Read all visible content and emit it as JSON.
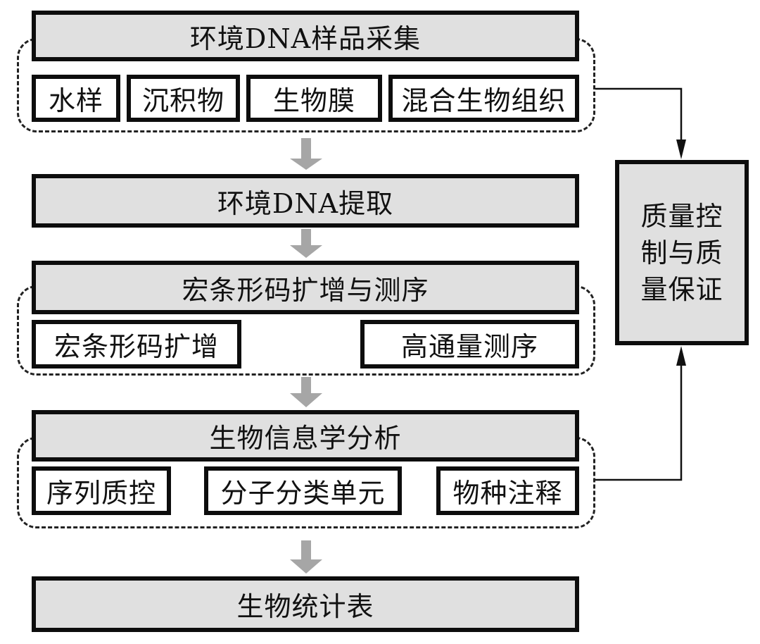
{
  "diagram": {
    "colors": {
      "main_box_fill": "#e0e0e0",
      "sub_box_fill": "#ffffff",
      "border": "#0d0d0d",
      "flow_arrow": "#a6a6a6",
      "connector": "#111111"
    },
    "steps": [
      {
        "id": "sample-collection",
        "label": "环境DNA样品采集",
        "substeps": [
          "水样",
          "沉积物",
          "生物膜",
          "混合生物组织"
        ]
      },
      {
        "id": "dna-extraction",
        "label": "环境DNA提取",
        "substeps": []
      },
      {
        "id": "metabarcoding",
        "label": "宏条形码扩增与测序",
        "substeps": [
          "宏条形码扩增",
          "高通量测序"
        ]
      },
      {
        "id": "bioinformatics",
        "label": "生物信息学分析",
        "substeps": [
          "序列质控",
          "分子分类单元",
          "物种注释"
        ]
      },
      {
        "id": "bio-statistics",
        "label": "生物统计表",
        "substeps": []
      }
    ],
    "quality_control": {
      "lines": [
        "质量控",
        "制与质",
        "量保证"
      ],
      "connected_from": [
        "环境DNA样品采集",
        "生物信息学分析"
      ]
    }
  }
}
